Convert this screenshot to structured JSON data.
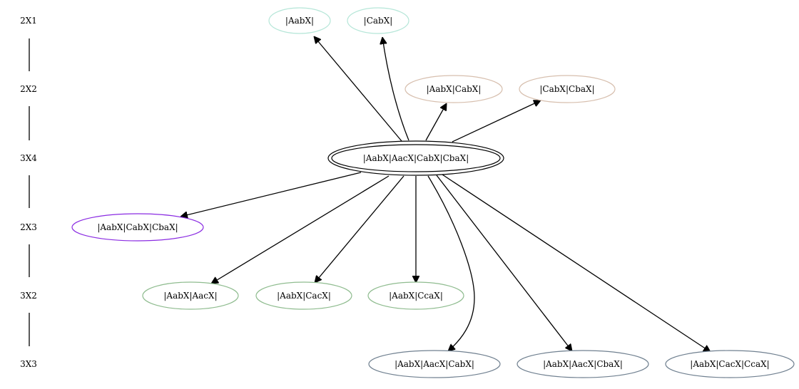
{
  "rank_labels": [
    "2X1",
    "2X2",
    "3X4",
    "2X3",
    "3X2",
    "3X3"
  ],
  "nodes": [
    {
      "id": "n_aabx",
      "label": "|AabX|",
      "color": "#b5e6d8",
      "double": false
    },
    {
      "id": "n_cabx",
      "label": "|CabX|",
      "color": "#b5e6d8",
      "double": false
    },
    {
      "id": "n_aabx_cabx",
      "label": "|AabX|CabX|",
      "color": "#d7bfae",
      "double": false
    },
    {
      "id": "n_cabx_cbax",
      "label": "|CabX|CbaX|",
      "color": "#d7bfae",
      "double": false
    },
    {
      "id": "n_root",
      "label": "|AabX|AacX|CabX|CbaX|",
      "color": "#000000",
      "double": true
    },
    {
      "id": "n_aabx_cabx_cbax",
      "label": "|AabX|CabX|CbaX|",
      "color": "#8a2be2",
      "double": false
    },
    {
      "id": "n_aabx_aacx",
      "label": "|AabX|AacX|",
      "color": "#8fbc8f",
      "double": false
    },
    {
      "id": "n_aabx_cacx",
      "label": "|AabX|CacX|",
      "color": "#8fbc8f",
      "double": false
    },
    {
      "id": "n_aabx_ccax",
      "label": "|AabX|CcaX|",
      "color": "#8fbc8f",
      "double": false
    },
    {
      "id": "n_aabx_aacx_cabx",
      "label": "|AabX|AacX|CabX|",
      "color": "#708090",
      "double": false
    },
    {
      "id": "n_aabx_aacx_cbax",
      "label": "|AabX|AacX|CbaX|",
      "color": "#708090",
      "double": false
    },
    {
      "id": "n_aabx_cacx_ccax",
      "label": "|AabX|CacX|CcaX|",
      "color": "#708090",
      "double": false
    }
  ],
  "edges": [
    {
      "from": "n_root",
      "to": "n_aabx"
    },
    {
      "from": "n_root",
      "to": "n_cabx"
    },
    {
      "from": "n_root",
      "to": "n_aabx_cabx"
    },
    {
      "from": "n_root",
      "to": "n_cabx_cbax"
    },
    {
      "from": "n_root",
      "to": "n_aabx_cabx_cbax"
    },
    {
      "from": "n_root",
      "to": "n_aabx_aacx"
    },
    {
      "from": "n_root",
      "to": "n_aabx_cacx"
    },
    {
      "from": "n_root",
      "to": "n_aabx_ccax"
    },
    {
      "from": "n_root",
      "to": "n_aabx_aacx_cabx"
    },
    {
      "from": "n_root",
      "to": "n_aabx_aacx_cbax"
    },
    {
      "from": "n_root",
      "to": "n_aabx_cacx_ccax"
    }
  ]
}
